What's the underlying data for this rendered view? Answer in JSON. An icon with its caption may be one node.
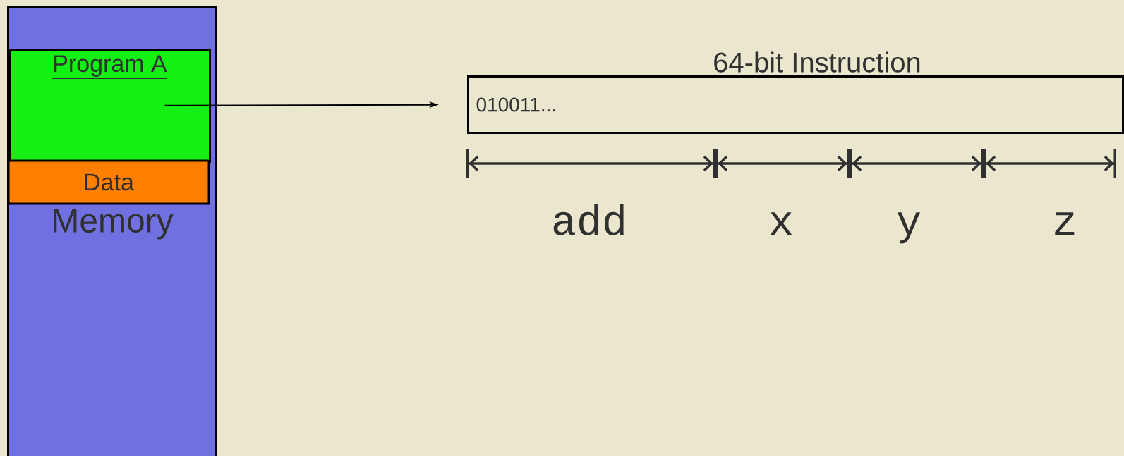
{
  "diagram": {
    "nodes": [
      {
        "text": [
          "Memory"
        ]
      },
      {
        "text": [
          "Program A"
        ],
        "in": 0
      },
      {
        "text": [
          "Data"
        ],
        "in": 0
      },
      {
        "text": [
          "64-bit Instruction",
          "010011..."
        ]
      }
    ],
    "edges": [
      {
        "from": 1,
        "to": 3,
        "arrow": "to"
      }
    ],
    "labels": [
      "add",
      "x",
      "y",
      "z"
    ]
  }
}
